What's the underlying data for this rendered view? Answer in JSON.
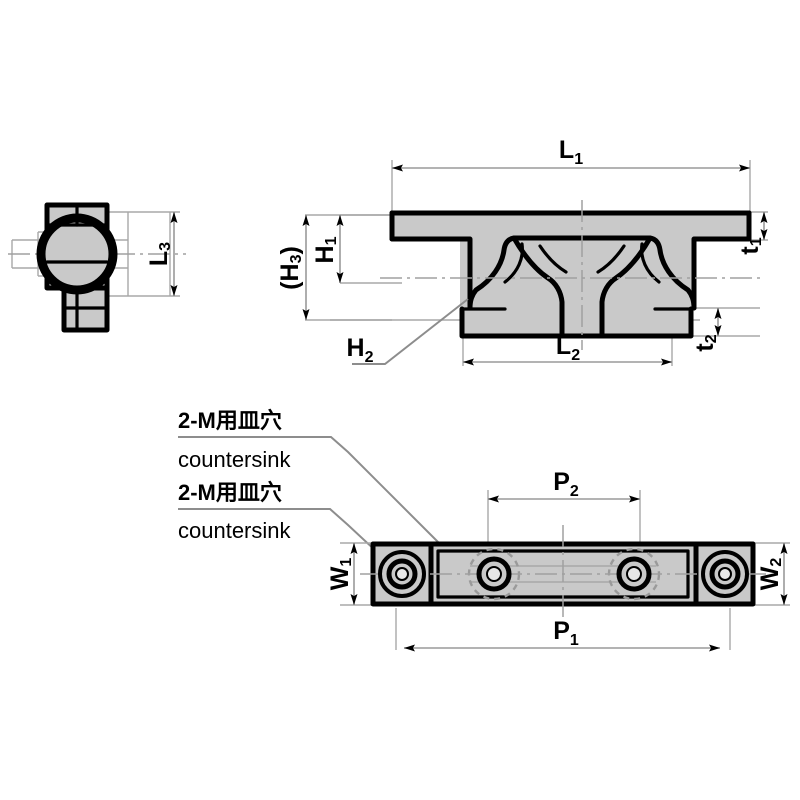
{
  "drawing": {
    "title": "Linear guide block dimensioned technical drawing",
    "views": [
      {
        "name": "end-view",
        "label": ""
      },
      {
        "name": "section-view",
        "label": ""
      },
      {
        "name": "plan-view",
        "label": ""
      }
    ],
    "colors": {
      "part_fill": "#c9c9c9",
      "outline": "#000000",
      "dimension_line": "#9a9a9a",
      "leader": "#8d8d8d",
      "background": "#ffffff"
    }
  },
  "dimensions": {
    "end_view": [
      {
        "id": "L3",
        "base": "L",
        "sub": "3",
        "text": "L3"
      }
    ],
    "section_view": [
      {
        "id": "L1",
        "base": "L",
        "sub": "1",
        "text": "L1"
      },
      {
        "id": "L2",
        "base": "L",
        "sub": "2",
        "text": "L2"
      },
      {
        "id": "H1",
        "base": "H",
        "sub": "1",
        "text": "H1"
      },
      {
        "id": "H2",
        "base": "H",
        "sub": "2",
        "text": "H2"
      },
      {
        "id": "H3",
        "base": "H",
        "sub": "3",
        "text": "(H3)",
        "prefix": "(",
        "suffix": ")"
      },
      {
        "id": "t1",
        "base": "t",
        "sub": "1",
        "text": "t1"
      },
      {
        "id": "t2",
        "base": "t",
        "sub": "2",
        "text": "t2"
      }
    ],
    "plan_view": [
      {
        "id": "W1",
        "base": "W",
        "sub": "1",
        "text": "W1"
      },
      {
        "id": "W2",
        "base": "W",
        "sub": "2",
        "text": "W2"
      },
      {
        "id": "P1",
        "base": "P",
        "sub": "1",
        "text": "P1"
      },
      {
        "id": "P2",
        "base": "P",
        "sub": "2",
        "text": "P2"
      }
    ]
  },
  "annotations": [
    {
      "id": "note-1",
      "line_jp": "2-M用皿穴",
      "line_en": "countersink"
    },
    {
      "id": "note-2",
      "line_jp": "2-M用皿穴",
      "line_en": "countersink"
    }
  ],
  "labels": {
    "H3_open": "(",
    "H3_base": "H",
    "H3_sub": "3",
    "H3_close": ")"
  }
}
